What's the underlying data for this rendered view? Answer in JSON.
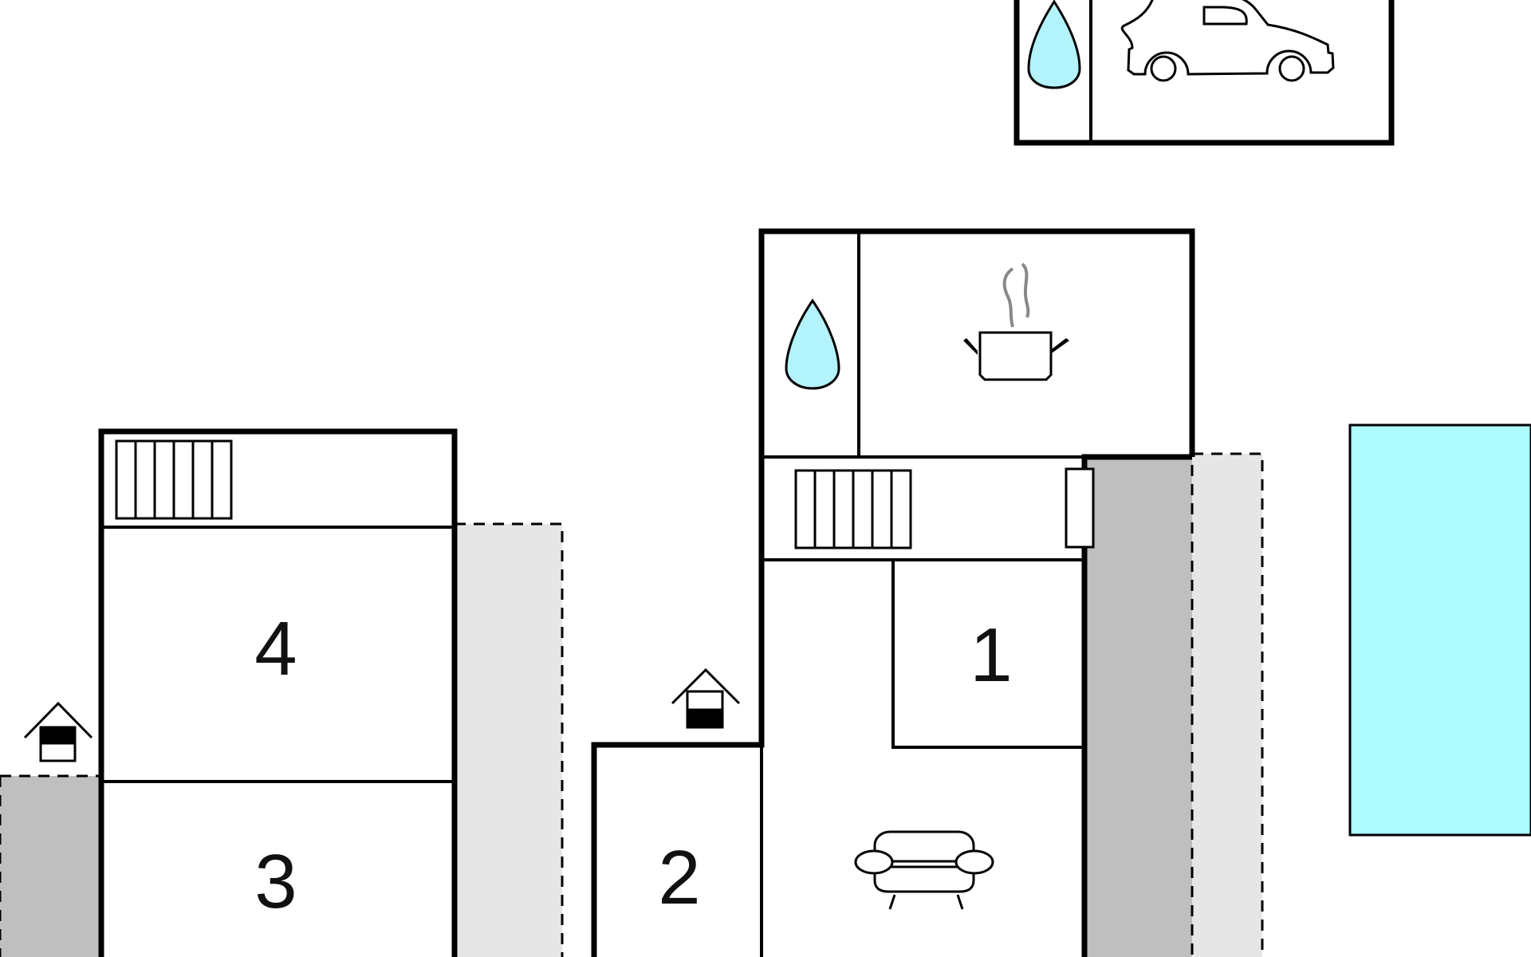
{
  "floorplan": {
    "rooms": [
      {
        "id": "bedroom-1",
        "label": "1"
      },
      {
        "id": "bedroom-2",
        "label": "2"
      },
      {
        "id": "bedroom-3",
        "label": "3"
      },
      {
        "id": "bedroom-4",
        "label": "4"
      }
    ],
    "icons": [
      "water-drop-icon",
      "car-icon",
      "cooking-pot-icon",
      "radiator-icon",
      "house-entrance-icon",
      "sofa-icon"
    ],
    "colors": {
      "wall": "#000000",
      "water": "#aefcff",
      "drop": "#b3f3fb",
      "terrace_dark": "#bfbfbf",
      "terrace_light": "#e6e6e6",
      "steam": "#888888"
    }
  }
}
